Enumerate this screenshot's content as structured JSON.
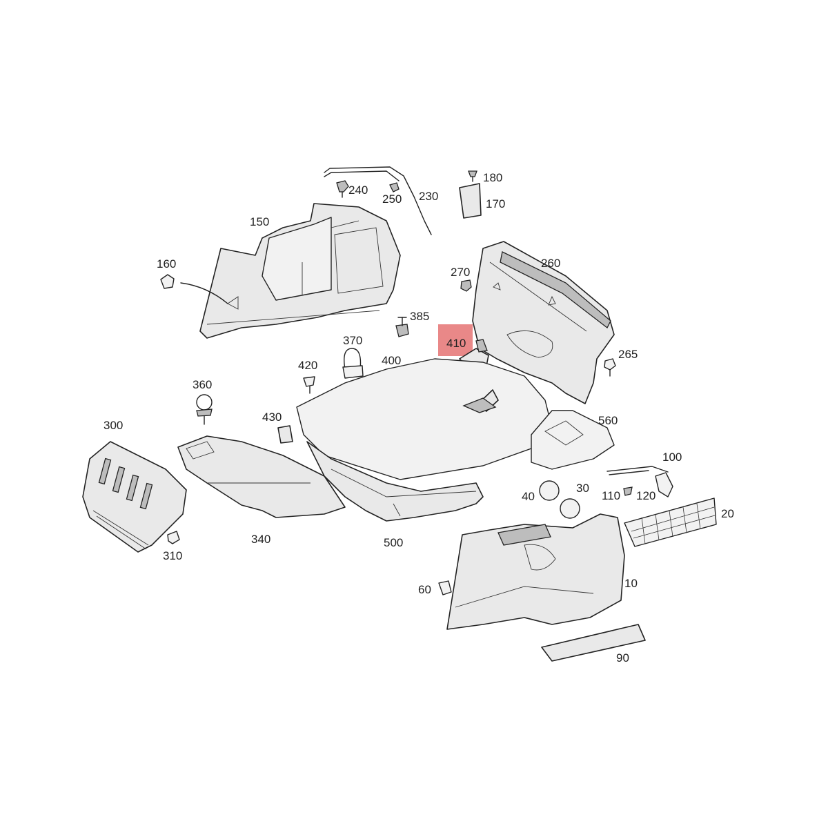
{
  "highlight": {
    "part": "410",
    "color": "#e57373"
  },
  "callouts": {
    "c10": "10",
    "c20": "20",
    "c30": "30",
    "c40": "40",
    "c60": "60",
    "c90": "90",
    "c100": "100",
    "c110": "110",
    "c120": "120",
    "c150": "150",
    "c160": "160",
    "c170": "170",
    "c180": "180",
    "c230": "230",
    "c240": "240",
    "c250": "250",
    "c260": "260",
    "c265": "265",
    "c270": "270",
    "c300": "300",
    "c310": "310",
    "c340": "340",
    "c360": "360",
    "c370": "370",
    "c385": "385",
    "c400": "400",
    "c410": "410",
    "c420": "420",
    "c430": "430",
    "c500": "500",
    "c560": "560"
  }
}
